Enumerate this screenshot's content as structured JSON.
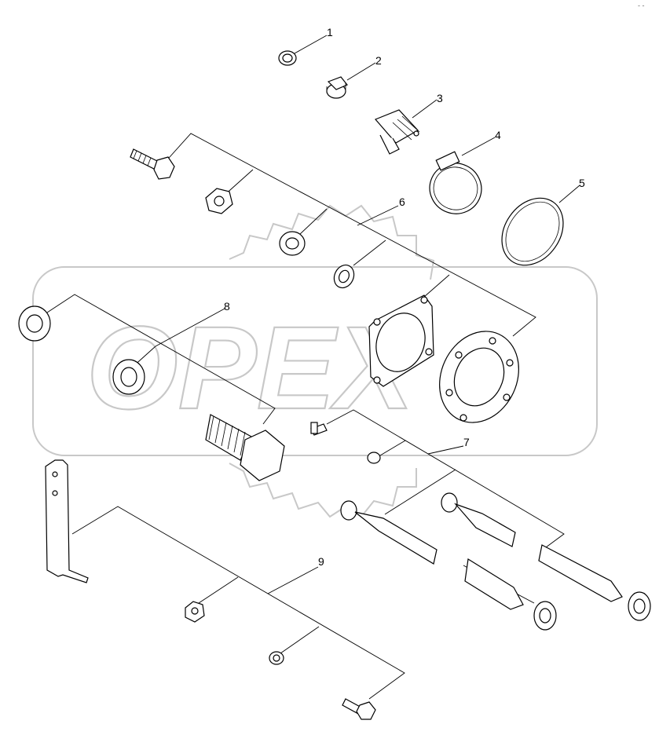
{
  "watermark": {
    "text": "OPEX"
  },
  "corner_mark": "- -",
  "callouts": [
    {
      "id": "callout-1",
      "label": "1"
    },
    {
      "id": "callout-2",
      "label": "2"
    },
    {
      "id": "callout-3",
      "label": "3"
    },
    {
      "id": "callout-4",
      "label": "4"
    },
    {
      "id": "callout-5",
      "label": "5"
    },
    {
      "id": "callout-6",
      "label": "6"
    },
    {
      "id": "callout-7",
      "label": "7"
    },
    {
      "id": "callout-8",
      "label": "8"
    },
    {
      "id": "callout-9",
      "label": "9"
    }
  ]
}
